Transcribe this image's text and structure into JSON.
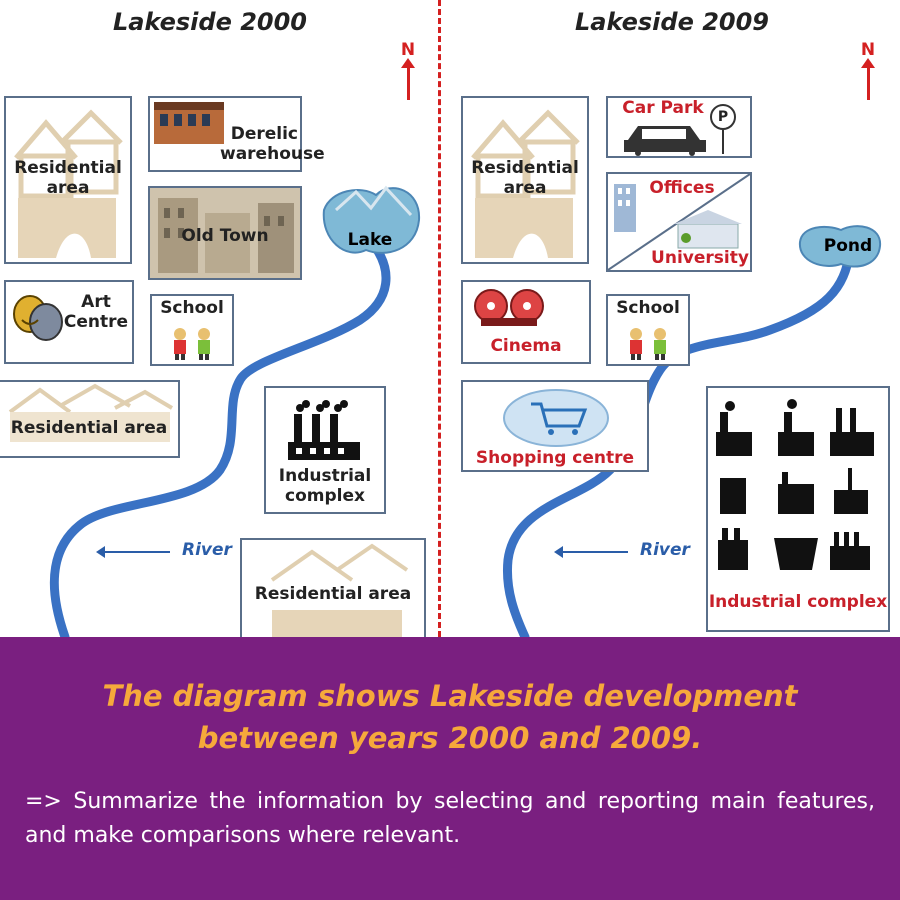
{
  "left_map": {
    "title": "Lakeside 2000",
    "north_label": "N",
    "residential_top": "Residential area",
    "derelict_warehouse": "Derelic warehouse",
    "old_town": "Old Town",
    "lake": "Lake",
    "art_centre": "Art Centre",
    "school": "School",
    "residential_middle": "Residential area",
    "industrial_complex": "Industrial complex",
    "river": "River",
    "residential_bottom": "Residential area"
  },
  "right_map": {
    "title": "Lakeside 2009",
    "north_label": "N",
    "residential_top": "Residential area",
    "car_park": "Car Park",
    "parking_sign": "P",
    "offices": "Offices",
    "university": "University",
    "pond": "Pond",
    "cinema": "Cinema",
    "school": "School",
    "shopping_centre": "Shopping centre",
    "river": "River",
    "industrial_complex": "Industrial complex"
  },
  "caption": {
    "title_line1": "The diagram shows Lakeside development",
    "title_line2": "between years 2000 and 2009.",
    "instruction": "=> Summarize the information by selecting and reporting main features, and make comparisons where relevant."
  },
  "colors": {
    "footer_bg": "#7a1f80",
    "caption_title": "#f6a93b",
    "divider": "#d42020",
    "river": "#3a72c4",
    "box_border": "#5a6f8a",
    "label_red": "#c8202a"
  }
}
